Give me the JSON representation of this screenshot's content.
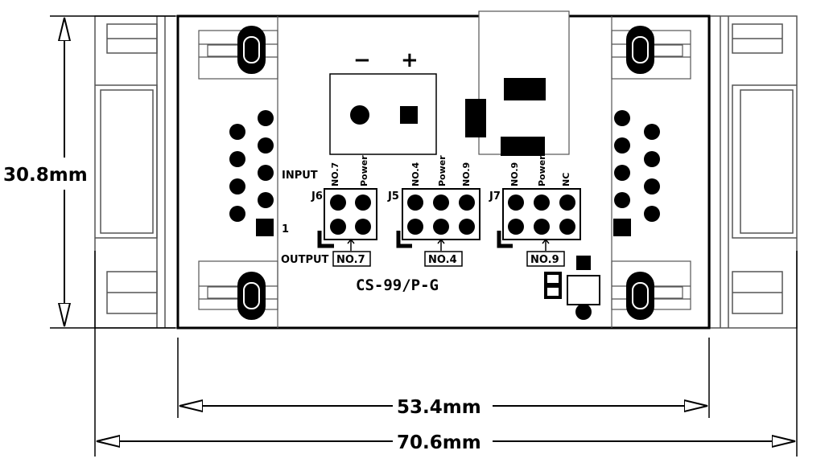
{
  "dimensions": {
    "height": "30.8mm",
    "board_width": "53.4mm",
    "total_width": "70.6mm"
  },
  "power_terminal": {
    "minus": "−",
    "plus": "+"
  },
  "labels": {
    "input": "INPUT",
    "output": "OUTPUT",
    "pin_one": "1",
    "model": "CS-99/P-G"
  },
  "jumpers": [
    {
      "id": "J6",
      "top_labels": [
        "NO.7",
        "Power"
      ],
      "output_box": "NO.7"
    },
    {
      "id": "J5",
      "top_labels": [
        "NO.4",
        "Power",
        "NO.9"
      ],
      "output_box": "NO.4"
    },
    {
      "id": "J7",
      "top_labels": [
        "NO.9",
        "Power",
        "NC"
      ],
      "output_box": "NO.9"
    }
  ]
}
